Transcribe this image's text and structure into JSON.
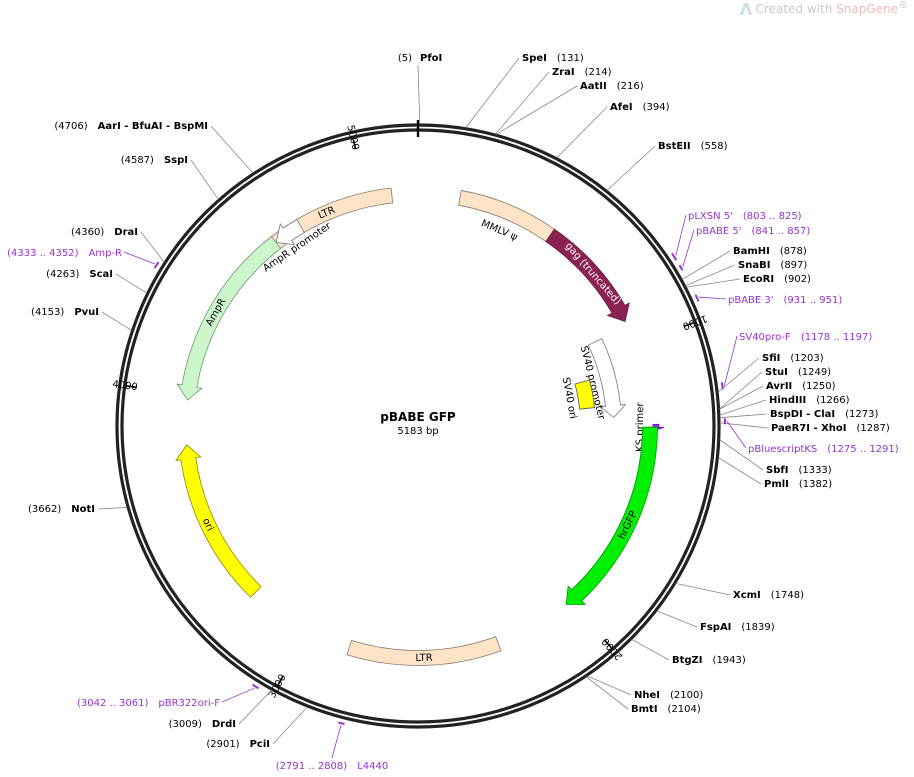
{
  "watermark": {
    "text": "Created with ",
    "brand": "SnapGene",
    "mark": "®"
  },
  "plasmid": {
    "name": "pBABE GFP",
    "length": "5183 bp",
    "bp": 5183
  },
  "enzymes": [
    {
      "pos": 5,
      "pos_label": "(5)",
      "name": "PfoI"
    },
    {
      "pos": 131,
      "pos_label": "(131)",
      "name": "SpeI"
    },
    {
      "pos": 214,
      "pos_label": "(214)",
      "name": "ZraI"
    },
    {
      "pos": 216,
      "pos_label": "(216)",
      "name": "AatII"
    },
    {
      "pos": 394,
      "pos_label": "(394)",
      "name": "AfeI"
    },
    {
      "pos": 558,
      "pos_label": "(558)",
      "name": "BstEII"
    },
    {
      "pos": 878,
      "pos_label": "(878)",
      "name": "BamHI"
    },
    {
      "pos": 897,
      "pos_label": "(897)",
      "name": "SnaBI"
    },
    {
      "pos": 902,
      "pos_label": "(902)",
      "name": "EcoRI"
    },
    {
      "pos": 1203,
      "pos_label": "(1203)",
      "name": "SfiI"
    },
    {
      "pos": 1249,
      "pos_label": "(1249)",
      "name": "StuI"
    },
    {
      "pos": 1250,
      "pos_label": "(1250)",
      "name": "AvrII"
    },
    {
      "pos": 1266,
      "pos_label": "(1266)",
      "name": "HindIII"
    },
    {
      "pos": 1273,
      "pos_label": "(1273)",
      "name": "BspDI - ClaI"
    },
    {
      "pos": 1287,
      "pos_label": "(1287)",
      "name": "PaeR7I - XhoI"
    },
    {
      "pos": 1333,
      "pos_label": "(1333)",
      "name": "SbfI"
    },
    {
      "pos": 1382,
      "pos_label": "(1382)",
      "name": "PmlI"
    },
    {
      "pos": 1748,
      "pos_label": "(1748)",
      "name": "XcmI"
    },
    {
      "pos": 1839,
      "pos_label": "(1839)",
      "name": "FspAI"
    },
    {
      "pos": 1943,
      "pos_label": "(1943)",
      "name": "BtgZI"
    },
    {
      "pos": 2100,
      "pos_label": "(2100)",
      "name": "NheI"
    },
    {
      "pos": 2104,
      "pos_label": "(2104)",
      "name": "BmtI"
    },
    {
      "pos": 2901,
      "pos_label": "(2901)",
      "name": "PciI"
    },
    {
      "pos": 3009,
      "pos_label": "(3009)",
      "name": "DrdI"
    },
    {
      "pos": 3662,
      "pos_label": "(3662)",
      "name": "NotI"
    },
    {
      "pos": 4153,
      "pos_label": "(4153)",
      "name": "PvuI"
    },
    {
      "pos": 4263,
      "pos_label": "(4263)",
      "name": "ScaI"
    },
    {
      "pos": 4360,
      "pos_label": "(4360)",
      "name": "DraI"
    },
    {
      "pos": 4587,
      "pos_label": "(4587)",
      "name": "SspI"
    },
    {
      "pos": 4706,
      "pos_label": "(4706)",
      "name": "AarI - BfuAI - BspMI"
    }
  ],
  "primers": [
    {
      "name": "pLXSN 5'",
      "range": "(803 .. 825)",
      "start": 803,
      "end": 825
    },
    {
      "name": "pBABE 5'",
      "range": "(841 .. 857)",
      "start": 841,
      "end": 857
    },
    {
      "name": "pBABE 3'",
      "range": "(931 .. 951)",
      "start": 931,
      "end": 951
    },
    {
      "name": "SV40pro-F",
      "range": "(1178 .. 1197)",
      "start": 1178,
      "end": 1197
    },
    {
      "name": "pBluescriptKS",
      "range": "(1275 .. 1291)",
      "start": 1275,
      "end": 1291
    },
    {
      "name": "L4440",
      "range": "(2791 .. 2808)",
      "start": 2791,
      "end": 2808
    },
    {
      "name": "pBR322ori-F",
      "range": "(3042 .. 3061)",
      "start": 3042,
      "end": 3061
    },
    {
      "name": "Amp-R",
      "range": "(4333 .. 4352)",
      "start": 4333,
      "end": 4352
    }
  ],
  "features": [
    {
      "name": "LTR",
      "start": 4608,
      "end": 5090,
      "direction": "none",
      "color": "#fde3c7"
    },
    {
      "name": "MMLV ψ",
      "start": 150,
      "end": 500,
      "direction": "none",
      "color": "#fde3c7"
    },
    {
      "name": "gag (truncated)",
      "start": 500,
      "end": 910,
      "direction": "forward",
      "color": "#8b2252"
    },
    {
      "name": "SV40 promoter",
      "start": 930,
      "end": 1260,
      "direction": "forward",
      "color": "#ffffff"
    },
    {
      "name": "SV40 ori",
      "start": 1080,
      "end": 1210,
      "direction": "none",
      "color": "#ffff00"
    },
    {
      "name": "KS primer",
      "start": 1290,
      "end": 1310,
      "direction": "forward",
      "color": "#8a2be2"
    },
    {
      "name": "hrGFP",
      "start": 1300,
      "end": 2020,
      "direction": "forward",
      "color": "#00ee00"
    },
    {
      "name": "LTR",
      "start": 2300,
      "end": 2840,
      "direction": "none",
      "color": "#fde3c7"
    },
    {
      "name": "ori",
      "start": 3230,
      "end": 3820,
      "direction": "forward",
      "color": "#ffff00"
    },
    {
      "name": "AmpR",
      "start": 3980,
      "end": 4640,
      "direction": "reverse",
      "color": "#ccf5cc"
    },
    {
      "name": "AmpR promoter",
      "start": 4640,
      "end": 4745,
      "direction": "reverse",
      "color": "#ffffff"
    }
  ],
  "ticks": [
    "1000",
    "2000",
    "3000",
    "4000",
    "5000"
  ]
}
